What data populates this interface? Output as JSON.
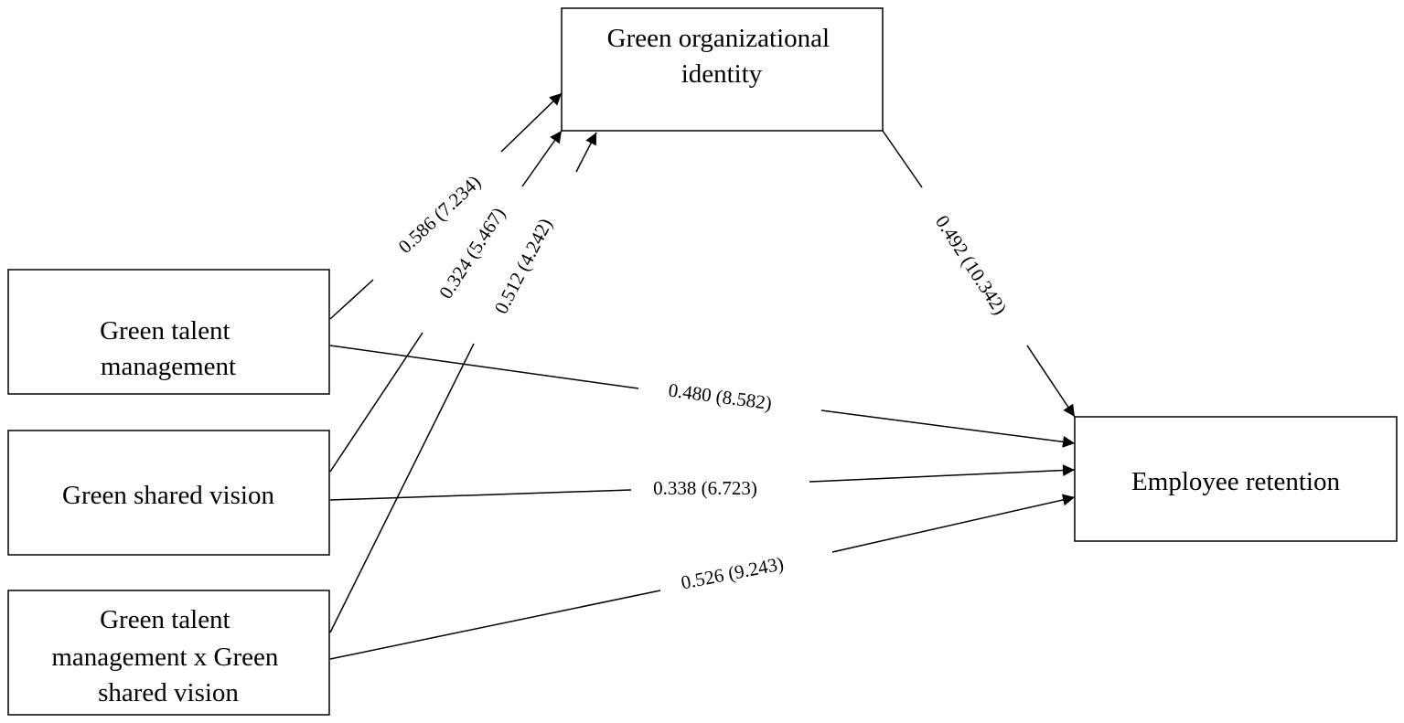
{
  "nodes": {
    "green_org_identity": {
      "lines": [
        "Green organizational",
        "identity"
      ]
    },
    "green_talent_management": {
      "lines": [
        "Green talent",
        "management"
      ]
    },
    "green_shared_vision": {
      "lines": [
        "Green shared vision"
      ]
    },
    "interaction": {
      "lines": [
        "Green talent",
        "management x Green",
        "shared vision"
      ]
    },
    "employee_retention": {
      "lines": [
        "Employee retention"
      ]
    }
  },
  "edges": {
    "gtm_to_goi": "0.586 (7.234)",
    "gsv_to_goi": "0.324 (5.467)",
    "int_to_goi": "0.512 (4.242)",
    "goi_to_er": "0.492 (10.342)",
    "gtm_to_er": "0.480 (8.582)",
    "gsv_to_er": "0.338 (6.723)",
    "int_to_er": "0.526 (9.243)"
  },
  "colors": {
    "stroke": "#000000",
    "background": "#ffffff"
  }
}
